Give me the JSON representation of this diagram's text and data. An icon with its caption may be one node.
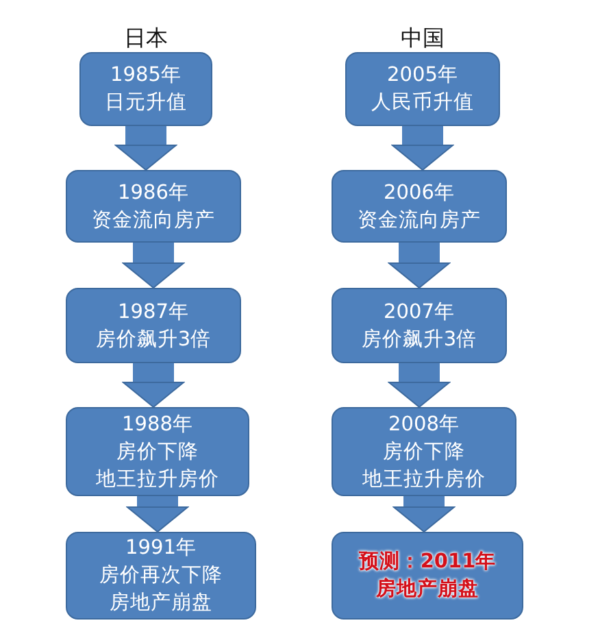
{
  "diagram": {
    "nodes": [
      {
        "text": [
          "1985年",
          "日元升值"
        ]
      },
      {
        "text": [
          "1986年",
          "资金流向房产"
        ]
      },
      {
        "text": [
          "1987年",
          "房价飙升3倍"
        ]
      },
      {
        "text": [
          "1988年",
          "房价下降",
          "地王拉升房价"
        ]
      },
      {
        "text": [
          "1991年",
          "房价再次下降",
          "房地产崩盘"
        ]
      },
      {
        "text": [
          "2005年",
          "人民币升值"
        ]
      },
      {
        "text": [
          "2006年",
          "资金流向房产"
        ]
      },
      {
        "text": [
          "2007年",
          "房价飙升3倍"
        ]
      },
      {
        "text": [
          "2008年",
          "房价下降",
          "地王拉升房价"
        ]
      },
      {
        "text": [
          "预测：2011年",
          "房地产崩盘"
        ]
      }
    ],
    "edges": [
      {
        "from": 0,
        "to": 1,
        "arrow": "to"
      },
      {
        "from": 1,
        "to": 2,
        "arrow": "to"
      },
      {
        "from": 2,
        "to": 3,
        "arrow": "to"
      },
      {
        "from": 3,
        "to": 4,
        "arrow": "to"
      },
      {
        "from": 5,
        "to": 6,
        "arrow": "to"
      },
      {
        "from": 6,
        "to": 7,
        "arrow": "to"
      },
      {
        "from": 7,
        "to": 8,
        "arrow": "to"
      },
      {
        "from": 8,
        "to": 9,
        "arrow": "to"
      }
    ],
    "labels": [
      "日本",
      "中国"
    ]
  }
}
